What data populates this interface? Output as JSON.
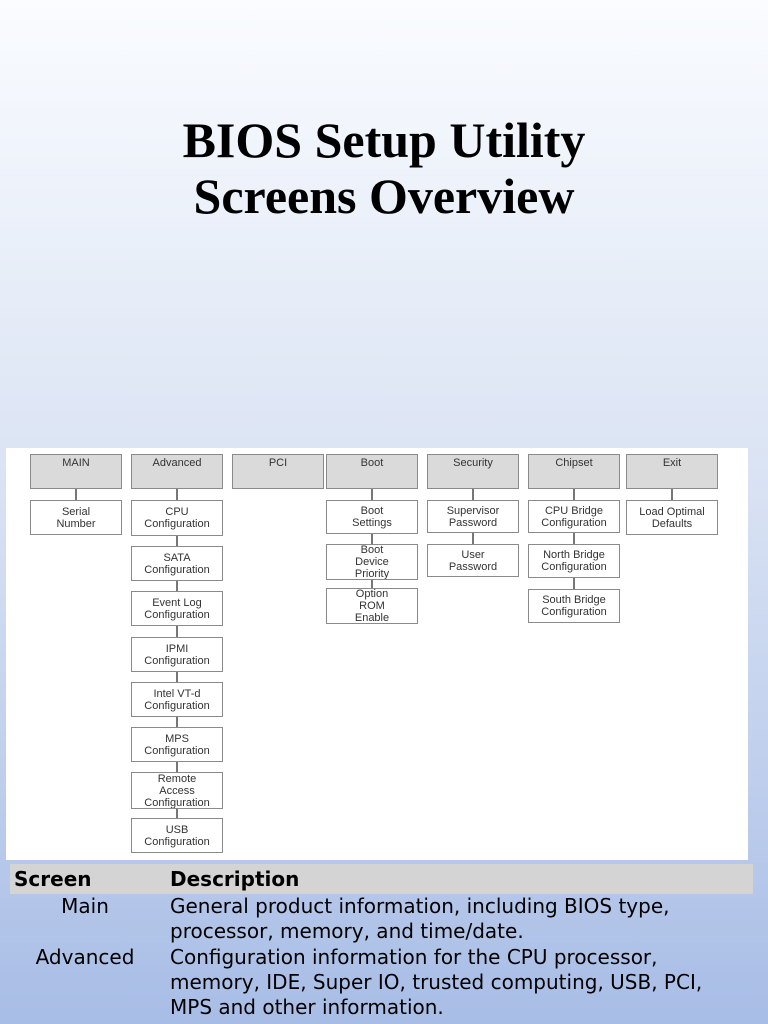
{
  "slide": {
    "title_line1": "BIOS Setup Utility",
    "title_line2": "Screens Overview"
  },
  "diagram": {
    "menus": {
      "main": "MAIN",
      "advanced": "Advanced",
      "pci": "PCI",
      "boot": "Boot",
      "security": "Security",
      "chipset": "Chipset",
      "exit": "Exit"
    },
    "items": {
      "serial_number": "Serial\nNumber",
      "cpu_config": "CPU\nConfiguration",
      "sata_config": "SATA\nConfiguration",
      "event_log_config": "Event Log\nConfiguration",
      "ipmi_config": "IPMI\nConfiguration",
      "intel_vtd_config": "Intel VT-d\nConfiguration",
      "mps_config": "MPS\nConfiguration",
      "remote_access_config": "Remote\nAccess\nConfiguration",
      "usb_config": "USB\nConfiguration",
      "boot_settings": "Boot\nSettings",
      "boot_device_priority": "Boot\nDevice\nPriority",
      "option_rom_enable": "Option\nROM\nEnable",
      "supervisor_password": "Supervisor\nPassword",
      "user_password": "User\nPassword",
      "cpu_bridge_config": "CPU Bridge\nConfiguration",
      "north_bridge_config": "North Bridge\nConfiguration",
      "south_bridge_config": "South Bridge\nConfiguration",
      "load_optimal_defaults": "Load Optimal\nDefaults"
    }
  },
  "table": {
    "header_screen": "Screen",
    "header_description": "Description",
    "rows": [
      {
        "screen": "Main",
        "description": "General product information, including BIOS type,\nprocessor, memory, and time/date."
      },
      {
        "screen": "Advanced",
        "description": "Configuration information for the CPU processor,\nmemory, IDE, Super IO, trusted computing, USB, PCI,\nMPS and other information."
      }
    ]
  }
}
